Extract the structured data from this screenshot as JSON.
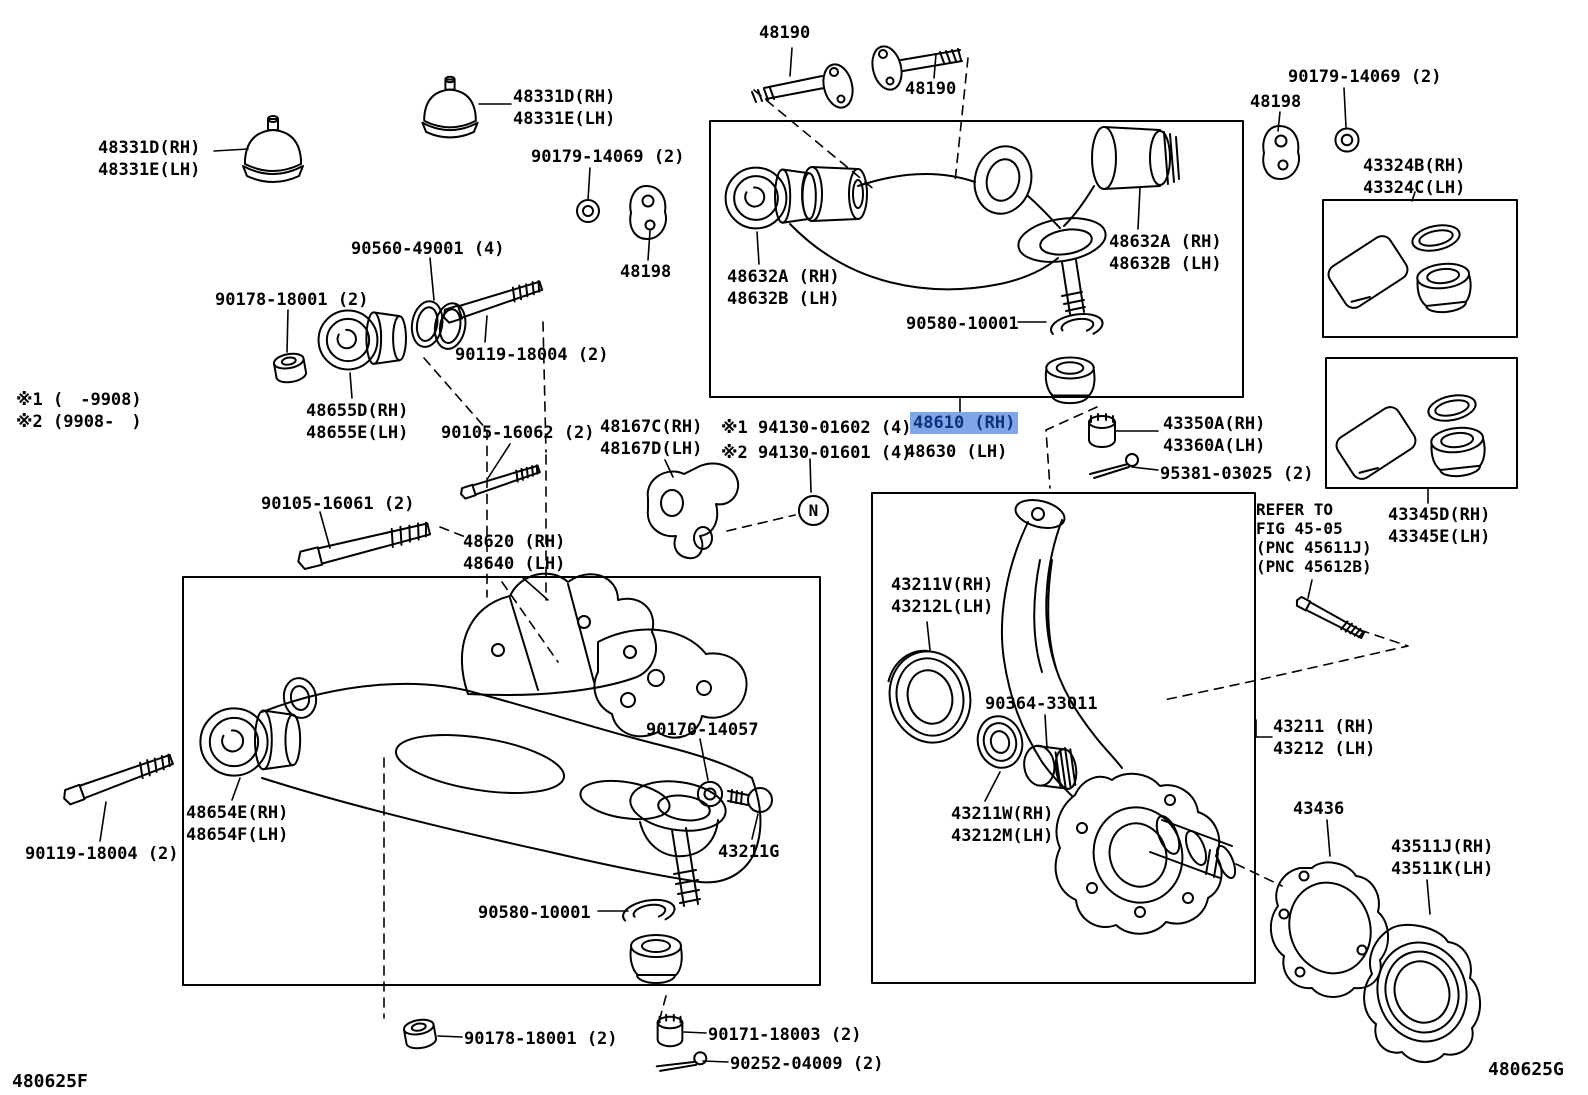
{
  "figure": {
    "code_left": "480625F",
    "code_right": "480625G",
    "n_symbol": "N"
  },
  "highlight": {
    "bg": "#7ea6e8",
    "fg": "#14307d",
    "part": "48610 (RH)"
  },
  "labels": [
    {
      "id": "48331-left",
      "lines": [
        "48331D(RH)",
        "48331E(LH)"
      ]
    },
    {
      "id": "48331-top",
      "lines": [
        "48331D(RH)",
        "48331E(LH)"
      ]
    },
    {
      "id": "90179-mid",
      "lines": [
        "90179-14069 (2)"
      ]
    },
    {
      "id": "48198-mid",
      "lines": [
        "48198"
      ]
    },
    {
      "id": "90560",
      "lines": [
        "90560-49001 (4)"
      ]
    },
    {
      "id": "90178-top",
      "lines": [
        "90178-18001 (2)"
      ]
    },
    {
      "id": "90119-top",
      "lines": [
        "90119-18004 (2)"
      ]
    },
    {
      "id": "48655",
      "lines": [
        "48655D(RH)",
        "48655E(LH)"
      ]
    },
    {
      "id": "90105-16062",
      "lines": [
        "90105-16062 (2)"
      ]
    },
    {
      "id": "90105-16061",
      "lines": [
        "90105-16061 (2)"
      ]
    },
    {
      "id": "48620",
      "lines": [
        "48620 (RH)",
        "48640 (LH)"
      ]
    },
    {
      "id": "48167",
      "lines": [
        "48167C(RH)",
        "48167D(LH)"
      ]
    },
    {
      "id": "94130-note1",
      "lines": [
        "※1 94130-01602 (4)"
      ]
    },
    {
      "id": "94130-note2",
      "lines": [
        "※2 94130-01601 (4)"
      ]
    },
    {
      "id": "48610",
      "lines": [
        "48610 (RH)"
      ]
    },
    {
      "id": "48630",
      "lines": [
        "48630 (LH)"
      ]
    },
    {
      "id": "48190-a",
      "lines": [
        "48190"
      ]
    },
    {
      "id": "48190-b",
      "lines": [
        "48190"
      ]
    },
    {
      "id": "48198-right",
      "lines": [
        "48198"
      ]
    },
    {
      "id": "90179-right",
      "lines": [
        "90179-14069 (2)"
      ]
    },
    {
      "id": "43324",
      "lines": [
        "43324B(RH)",
        "43324C(LH)"
      ]
    },
    {
      "id": "48632-left",
      "lines": [
        "48632A (RH)",
        "48632B (LH)"
      ]
    },
    {
      "id": "48632-right",
      "lines": [
        "48632A (RH)",
        "48632B (LH)"
      ]
    },
    {
      "id": "90580-top",
      "lines": [
        "90580-10001"
      ]
    },
    {
      "id": "43350",
      "lines": [
        "43350A(RH)",
        "43360A(LH)"
      ]
    },
    {
      "id": "95381",
      "lines": [
        "95381-03025 (2)"
      ]
    },
    {
      "id": "refer-note",
      "lines": [
        "REFER TO",
        "FIG 45-05",
        "(PNC 45611J)",
        "(PNC 45612B)"
      ]
    },
    {
      "id": "43345",
      "lines": [
        "43345D(RH)",
        "43345E(LH)"
      ]
    },
    {
      "id": "43211V",
      "lines": [
        "43211V(RH)",
        "43212L(LH)"
      ]
    },
    {
      "id": "90364",
      "lines": [
        "90364-33011"
      ]
    },
    {
      "id": "43211W",
      "lines": [
        "43211W(RH)",
        "43212M(LH)"
      ]
    },
    {
      "id": "43211",
      "lines": [
        "43211 (RH)",
        "43212 (LH)"
      ]
    },
    {
      "id": "43436",
      "lines": [
        "43436"
      ]
    },
    {
      "id": "43511",
      "lines": [
        "43511J(RH)",
        "43511K(LH)"
      ]
    },
    {
      "id": "90170",
      "lines": [
        "90170-14057"
      ]
    },
    {
      "id": "43211G",
      "lines": [
        "43211G"
      ]
    },
    {
      "id": "48654",
      "lines": [
        "48654E(RH)",
        "48654F(LH)"
      ]
    },
    {
      "id": "90119-bottom",
      "lines": [
        "90119-18004 (2)"
      ]
    },
    {
      "id": "90580-bottom",
      "lines": [
        "90580-10001"
      ]
    },
    {
      "id": "90178-bottom",
      "lines": [
        "90178-18001 (2)"
      ]
    },
    {
      "id": "90171",
      "lines": [
        "90171-18003 (2)"
      ]
    },
    {
      "id": "90252",
      "lines": [
        "90252-04009 (2)"
      ]
    },
    {
      "id": "fig-code-f",
      "lines": [
        "480625F"
      ]
    },
    {
      "id": "fig-code-g",
      "lines": [
        "480625G"
      ]
    },
    {
      "id": "date-legend",
      "lines": [
        "※1 (　-9908)",
        "※2 (9908-　)"
      ]
    }
  ]
}
